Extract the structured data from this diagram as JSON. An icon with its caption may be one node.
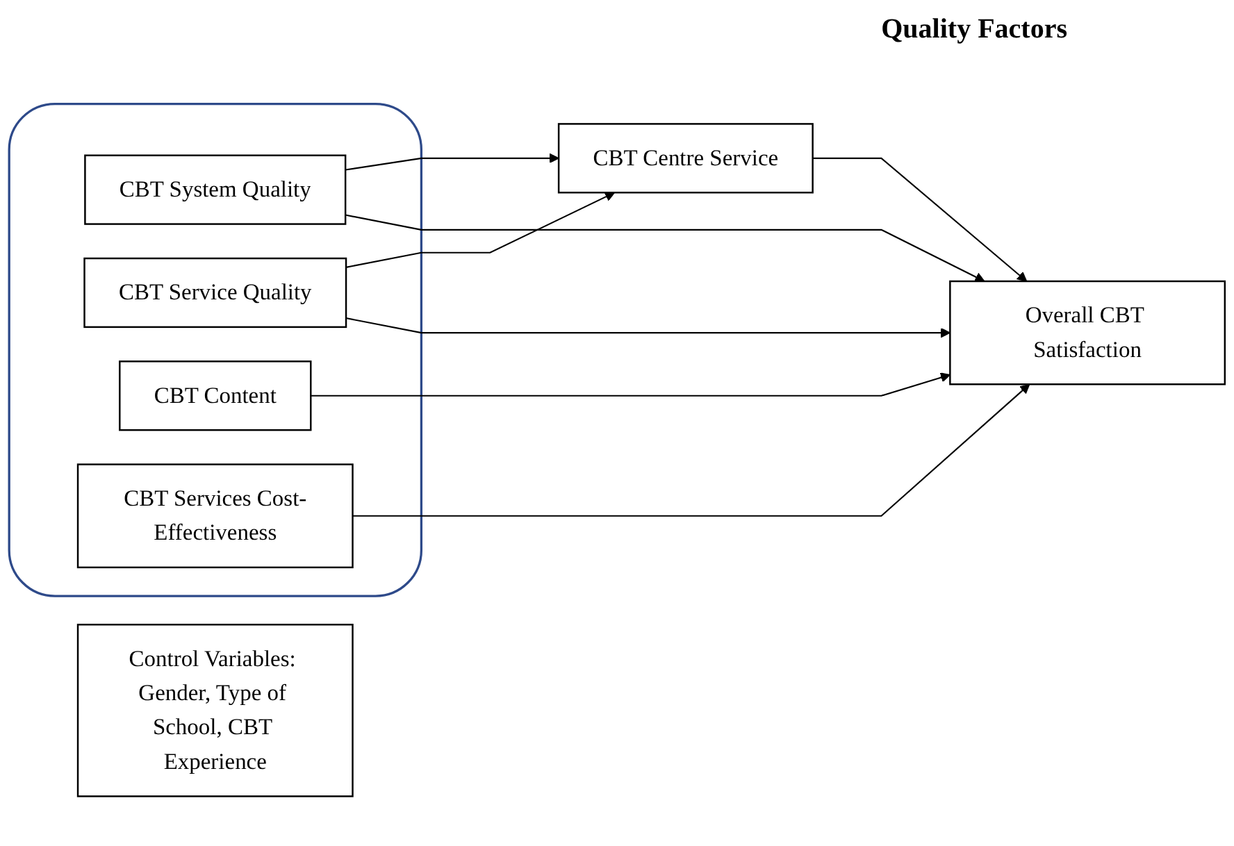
{
  "diagram": {
    "title": "Quality Factors",
    "nodes": [
      {
        "text": [],
        "shape": "box"
      },
      {
        "text": [
          "CBT System Quality"
        ],
        "in": 0
      },
      {
        "text": [
          "CBT Service Quality"
        ],
        "in": 0
      },
      {
        "text": [
          "CBT Content"
        ],
        "in": 0
      },
      {
        "text": [
          "CBT Services Cost-Effectiveness"
        ],
        "in": 0
      },
      {
        "text": [
          "CBT Centre Service"
        ]
      },
      {
        "text": [
          "Overall CBT Satisfaction"
        ]
      },
      {
        "text": [
          "Control Variables: Gender, Type of School, CBT Experience"
        ]
      }
    ],
    "edges": [
      {
        "from": 1,
        "to": 5,
        "arrow": "to"
      },
      {
        "from": 1,
        "to": 6,
        "arrow": "to"
      },
      {
        "from": 2,
        "to": 5,
        "arrow": "to"
      },
      {
        "from": 2,
        "to": 6,
        "arrow": "to"
      },
      {
        "from": 3,
        "to": 6,
        "arrow": "to"
      },
      {
        "from": 4,
        "to": 6,
        "arrow": "to"
      },
      {
        "from": 5,
        "to": 6,
        "arrow": "to"
      }
    ]
  }
}
